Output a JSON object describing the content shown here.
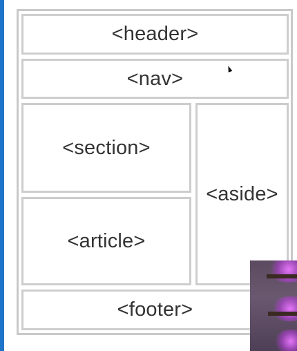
{
  "layout_boxes": {
    "header": "<header>",
    "nav": "<nav>",
    "section": "<section>",
    "article": "<article>",
    "aside": "<aside>",
    "footer": "<footer>"
  },
  "colors": {
    "accent_stripe": "#1e74c9",
    "box_border": "#cdcdcd",
    "label_text": "#333333"
  }
}
